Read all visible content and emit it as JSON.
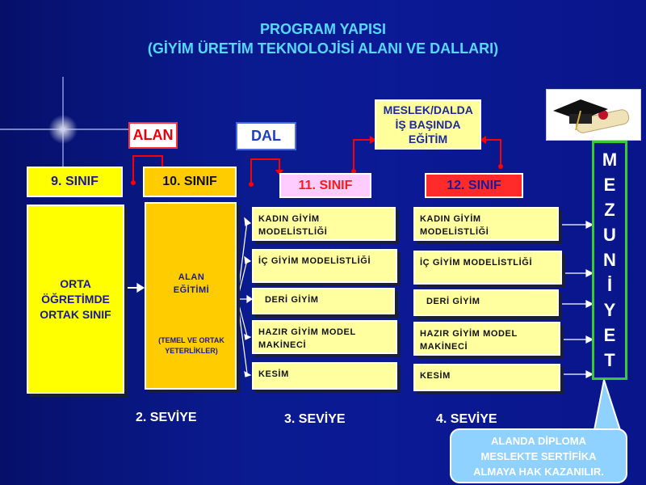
{
  "title": {
    "line1": "PROGRAM YAPISI",
    "line2": "(GİYİM ÜRETİM TEKNOLOJİSİ ALANI VE DALLARI)"
  },
  "tags": {
    "alan": "ALAN",
    "dal": "DAL",
    "meslek": "MESLEK/DALDA İŞ BAŞINDA EĞİTİM"
  },
  "grades": {
    "g9": "9. SINIF",
    "g10": "10. SINIF",
    "g11": "11. SINIF",
    "g12": "12. SINIF"
  },
  "blocks": {
    "orta": "ORTA ÖĞRETİMDE ORTAK SINIF",
    "alan_egitimi": "ALAN EĞİTİMİ",
    "alan_note": "(TEMEL VE ORTAK YETERLİKLER)"
  },
  "branches11": [
    "KADIN GİYİM MODELİSTLİĞİ",
    "İÇ GİYİM MODELİSTLİĞİ",
    "DERİ GİYİM",
    "HAZIR GİYİM MODEL MAKİNECİ",
    "KESİM"
  ],
  "branches12": [
    "KADIN GİYİM MODELİSTLİĞİ",
    "İÇ GİYİM MODELİSTLİĞİ",
    "DERİ GİYİM",
    "HAZIR GİYİM MODEL MAKİNECİ",
    "KESİM"
  ],
  "levels": {
    "l2": "2. SEVİYE",
    "l3": "3. SEVİYE",
    "l4": "4. SEVİYE"
  },
  "mezuniyet": [
    "M",
    "E",
    "Z",
    "U",
    "N",
    "İ",
    "Y",
    "E",
    "T"
  ],
  "callout": "ALANDA DİPLOMA MESLEKTE SERTİFİKA ALMAYA HAK KAZANILIR.",
  "icons": {
    "graduation": "graduation-cap-diploma-icon",
    "flare": "star-flare-icon"
  },
  "colors": {
    "title": "#57d8ff",
    "grade9": "#ffff00",
    "grade10": "#ffcc00",
    "grade11": "#ffccff",
    "grade12": "#ff3333",
    "alan_block": "#ffcc00",
    "orta_block": "#ffff00",
    "branch": "#ffffa0",
    "mezuniyet_border": "#33cc33",
    "connector": "#ff0000"
  }
}
